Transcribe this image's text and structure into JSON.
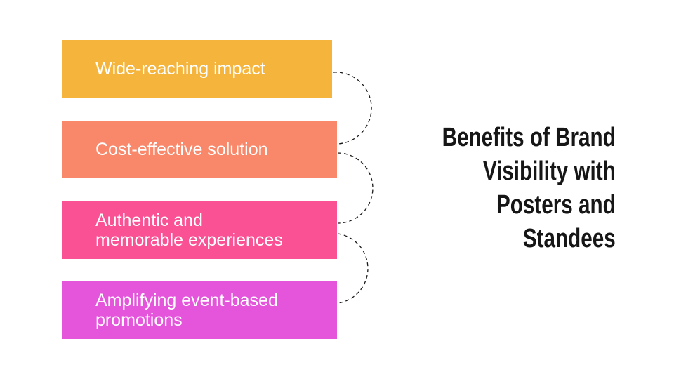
{
  "title": {
    "text": "Benefits of Brand Visibility with Posters and Standees",
    "lines": [
      "Benefits of Brand",
      "Visibility with",
      "Posters and",
      "Standees"
    ],
    "color": "#161616"
  },
  "boxes": [
    {
      "id": "wide-reaching-impact",
      "lines": [
        "Wide-reaching impact"
      ],
      "color": "#F5B43C",
      "text_color": "#FFFFFF"
    },
    {
      "id": "cost-effective-solution",
      "lines": [
        "Cost-effective solution"
      ],
      "color": "#F9876A",
      "text_color": "#FFFFFF"
    },
    {
      "id": "authentic-experiences",
      "lines": [
        "Authentic and",
        "memorable experiences"
      ],
      "color": "#FA5194",
      "text_color": "#FFFFFF"
    },
    {
      "id": "event-based-promotions",
      "lines": [
        "Amplifying event-based",
        "promotions"
      ],
      "color": "#E455DC",
      "text_color": "#FFFFFF"
    }
  ],
  "connectors": {
    "style": "dashed-semicircle-arc",
    "color": "#1A1A1A"
  },
  "background_color": "#FFFFFF"
}
